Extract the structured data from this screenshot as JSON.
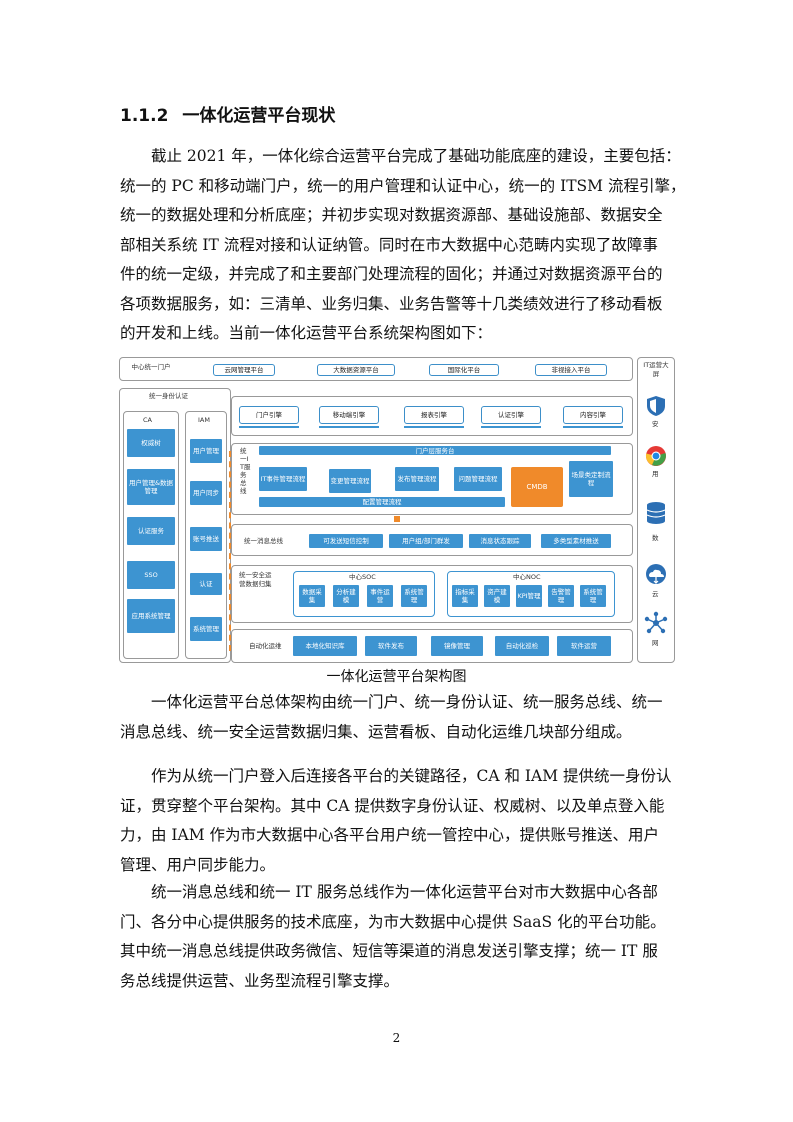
{
  "heading": {
    "number": "1.1.2",
    "title": "一体化运营平台现状"
  },
  "para1": [
    "　　截止 2021 年，一体化综合运营平台完成了基础功能底座的建设，主要包括：",
    "统一的 PC 和移动端门户，统一的用户管理和认证中心，统一的 ITSM 流程引擎，",
    "统一的数据处理和分析底座；并初步实现对数据资源部、基础设施部、数据安全",
    "部相关系统 IT 流程对接和认证纳管。同时在市大数据中心范畴内实现了故障事",
    "件的统一定级，并完成了和主要部门处理流程的固化；并通过对数据资源平台的",
    "各项数据服务，如：三清单、业务归集、业务告警等十几类绩效进行了移动看板",
    "的开发和上线。当前一体化运营平台系统架构图如下："
  ],
  "diagram": {
    "top_left": "中心统一门户",
    "top_items": [
      "云网管理平台",
      "大数据资源平台",
      "国际化平台",
      "非视接入平台"
    ],
    "identity_title": "统一身份认证",
    "ca_title": "CA",
    "ca_items": [
      "权威树",
      "用户管理&数据管理",
      "认证服务",
      "SSO",
      "应用系统管理"
    ],
    "iam_title": "IAM",
    "iam_items": [
      "用户管理",
      "用户同步",
      "账号推送",
      "认证",
      "系统管理"
    ],
    "engines": [
      "门户引擎",
      "移动端引擎",
      "报表引擎",
      "认证引擎",
      "内容引擎"
    ],
    "itbus_label": "统一IT服务总线",
    "portal_service": "门户层服务台",
    "process_items": [
      "IT事件管理流程",
      "变更管理流程",
      "发布管理流程",
      "问题管理流程"
    ],
    "cmdb": "CMDB",
    "config_process": "配置管理流程",
    "scenario": "场景类定制流程",
    "msgbus_label": "统一消息总线",
    "msg_items": [
      "可发送短信控制",
      "用户组/部门群发",
      "消息状态跟踪",
      "多类型素材推送"
    ],
    "security_label": "统一安全运营数据归集",
    "soc_title": "中心SOC",
    "soc_items": [
      "数据采集",
      "分析建模",
      "事件运营",
      "系统管理"
    ],
    "noc_title": "中心NOC",
    "noc_items": [
      "指标采集",
      "资产建模",
      "KPI管理",
      "告警管理",
      "系统管理"
    ],
    "auto_label": "自动化运维",
    "auto_items": [
      "本地化知识库",
      "软件发布",
      "镜像管理",
      "自动化巡检",
      "软件运营"
    ],
    "right_title": "IT运营大屏",
    "right_items": [
      "安",
      "用",
      "数",
      "云",
      "网"
    ],
    "colors": {
      "primary": "#3d94d1",
      "accent": "#f08a2a",
      "frame": "#999999"
    }
  },
  "caption": "一体化运营平台架构图",
  "para2": [
    "　　一体化运营平台总体架构由统一门户、统一身份认证、统一服务总线、统一",
    "消息总线、统一安全运营数据归集、运营看板、自动化运维几块部分组成。"
  ],
  "para3": [
    "　　作为从统一门户登入后连接各平台的关键路径，CA 和 IAM 提供统一身份认",
    "证，贯穿整个平台架构。其中 CA 提供数字身份认证、权威树、以及单点登入能",
    "力，由 IAM 作为市大数据中心各平台用户统一管控中心，提供账号推送、用户",
    "管理、用户同步能力。"
  ],
  "para4": [
    "　　统一消息总线和统一 IT 服务总线作为一体化运营平台对市大数据中心各部",
    "门、各分中心提供服务的技术底座，为市大数据中心提供 SaaS 化的平台功能。",
    "其中统一消息总线提供政务微信、短信等渠道的消息发送引擎支撑；统一 IT 服",
    "务总线提供运营、业务型流程引擎支撑。"
  ],
  "page_number": "2"
}
